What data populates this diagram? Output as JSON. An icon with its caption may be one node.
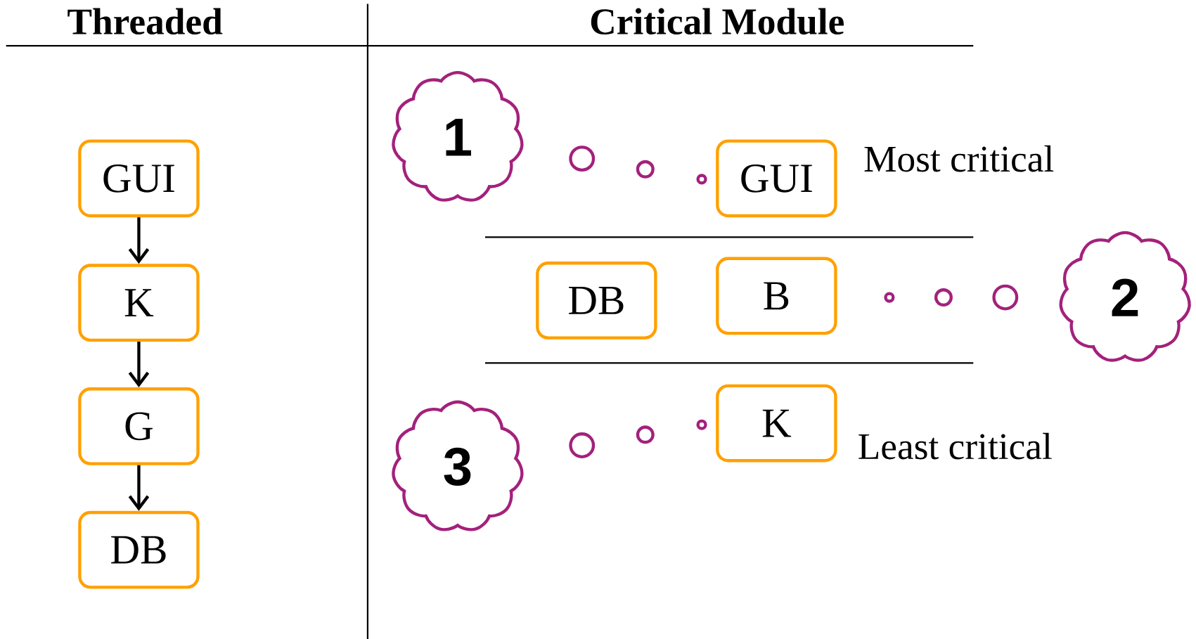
{
  "diagram": {
    "nodes": [
      {
        "text": [
          "GUI"
        ]
      },
      {
        "text": [
          "K"
        ]
      },
      {
        "text": [
          "G"
        ]
      },
      {
        "text": [
          "DB"
        ]
      },
      {
        "text": [
          "1"
        ]
      },
      {
        "text": [
          "GUI"
        ]
      },
      {
        "text": [
          "2"
        ]
      },
      {
        "text": [
          "DB"
        ]
      },
      {
        "text": [
          "B"
        ]
      },
      {
        "text": [
          "3"
        ]
      },
      {
        "text": [
          "K"
        ]
      }
    ],
    "edges": [
      {
        "from": 0,
        "to": 1,
        "arrow": "to"
      },
      {
        "from": 1,
        "to": 2,
        "arrow": "to"
      },
      {
        "from": 2,
        "to": 3,
        "arrow": "to"
      }
    ],
    "labels": [
      "Threaded",
      "Critical Module",
      "Most critical",
      "Least critical"
    ]
  }
}
